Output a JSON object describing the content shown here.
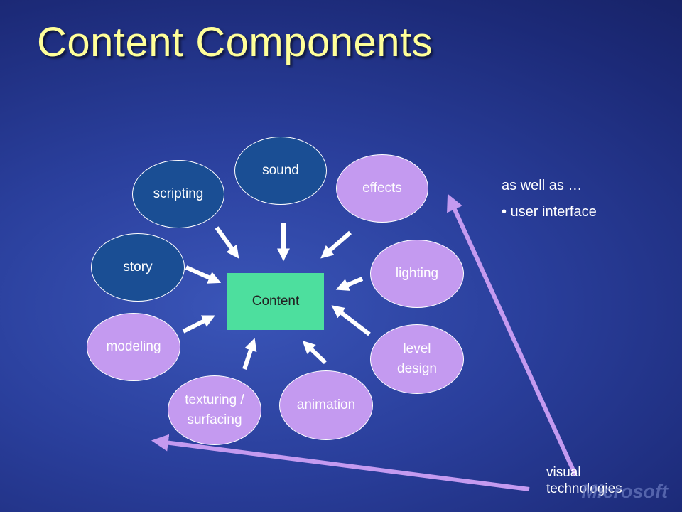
{
  "slide": {
    "title": "Content Components",
    "center": "Content",
    "nodes": {
      "sound": "sound",
      "scripting": "scripting",
      "effects": "effects",
      "story": "story",
      "lighting": "lighting",
      "modeling": "modeling",
      "level_design_line1": "level",
      "level_design_line2": "design",
      "texturing_line1": "texturing /",
      "texturing_line2": "surfacing",
      "animation": "animation"
    },
    "side_heading": "as well as  …",
    "side_bullet": "• user interface",
    "corner_line1": "visual",
    "corner_line2": "technologies",
    "logo": "Microsoft"
  },
  "colors": {
    "title": "#ffff99",
    "dark_node": "#1a4e94",
    "light_node": "#c49af0",
    "center_box": "#4ddf9e",
    "long_arrow": "#c49af0"
  }
}
